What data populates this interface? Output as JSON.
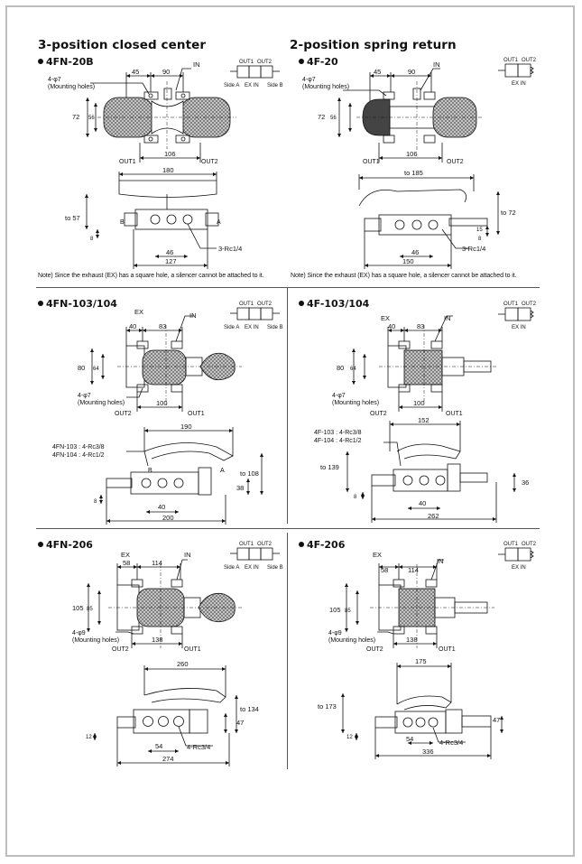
{
  "headers": {
    "left": "3-position closed center",
    "right": "2-position spring return"
  },
  "note": "Note) Since the exhaust (EX) has a square hole, a silencer cannot be attached to it.",
  "common": {
    "in": "IN",
    "ex": "EX",
    "out1": "OUT1",
    "out2": "OUT2",
    "a": "A",
    "b": "B",
    "side_a": "Side A",
    "side_b": "Side B",
    "ex_in": "EX IN",
    "mount7": "4-φ7",
    "mount9": "4-φ9",
    "mounting": "(Mounting holes)"
  },
  "panels": {
    "p1": {
      "model": "4FN-20B",
      "d45": "45",
      "d90": "90",
      "d72": "72",
      "d56": "56",
      "d106": "106",
      "d180": "180",
      "dto57": "to 57",
      "d8": "8",
      "d46": "46",
      "d127": "127",
      "port": "3-Rc1/4"
    },
    "p2": {
      "model": "4F-20",
      "d45": "45",
      "d90": "90",
      "d72": "72",
      "d56": "56",
      "d106": "106",
      "dto185": "to 185",
      "dto72": "to 72",
      "d15": "15",
      "d8": "8",
      "d46": "46",
      "d150": "150",
      "port": "3-Rc1/4"
    },
    "p3": {
      "model": "4FN-103/104",
      "d40": "40",
      "d83": "83",
      "d80": "80",
      "d64": "64",
      "d100": "100",
      "d190": "190",
      "port1": "4FN-103 : 4-Rc3/8",
      "port2": "4FN-104 : 4-Rc1/2",
      "dto108": "to 108",
      "d38": "38",
      "d8": "8",
      "d40b": "40",
      "d200": "200"
    },
    "p4": {
      "model": "4F-103/104",
      "d40": "40",
      "d83": "83",
      "d80": "80",
      "d64": "64",
      "d100": "100",
      "d152": "152",
      "port1": "4F-103 : 4-Rc3/8",
      "port2": "4F-104 : 4-Rc1/2",
      "dto139": "to 139",
      "d36": "36",
      "d8": "8",
      "d40b": "40",
      "d262": "262"
    },
    "p5": {
      "model": "4FN-206",
      "d58": "58",
      "d114": "114",
      "d105": "105",
      "d85": "85",
      "d138": "138",
      "d260": "260",
      "dto134": "to 134",
      "d47": "47",
      "d12": "12",
      "d54": "54",
      "port": "4-Rc3/4",
      "d274": "274"
    },
    "p6": {
      "model": "4F-206",
      "d58": "58",
      "d114": "114",
      "d105": "105",
      "d85": "85",
      "d138": "138",
      "d175": "175",
      "dto173": "to 173",
      "d47": "47",
      "d12": "12",
      "d54": "54",
      "port": "4-Rc3/4",
      "d336": "336"
    }
  }
}
